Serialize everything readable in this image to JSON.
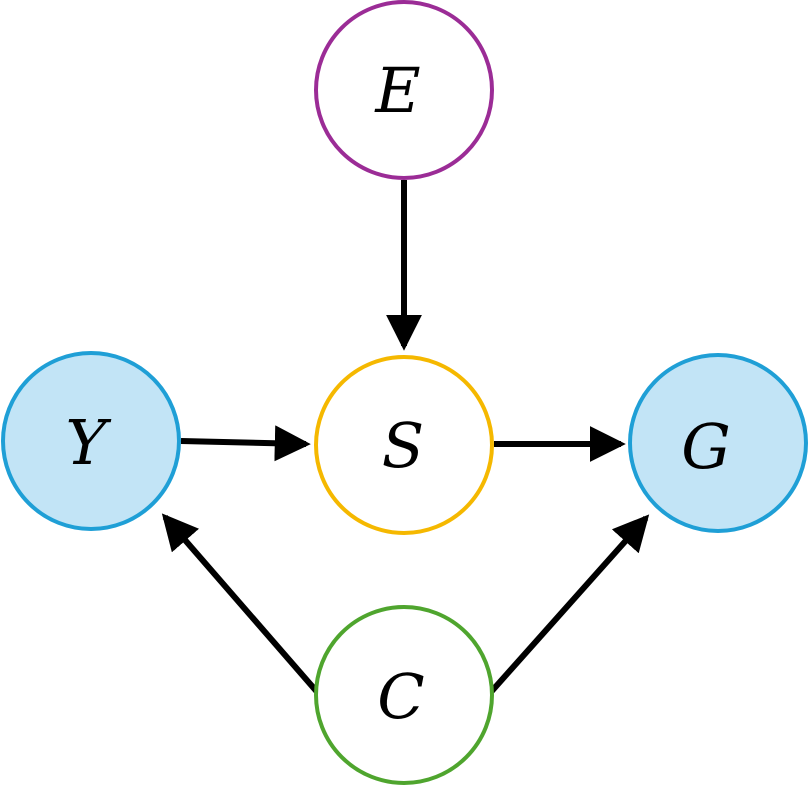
{
  "nodes": {
    "E": {
      "label": "E",
      "fill": "#ffffff",
      "stroke": "#9b2c96"
    },
    "S": {
      "label": "S",
      "fill": "#ffffff",
      "stroke": "#f5b800"
    },
    "Y": {
      "label": "Y",
      "fill": "#c2e4f6",
      "stroke": "#1f9fd6"
    },
    "G": {
      "label": "G",
      "fill": "#c2e4f6",
      "stroke": "#1f9fd6"
    },
    "C": {
      "label": "C",
      "fill": "#ffffff",
      "stroke": "#4fa52e"
    }
  },
  "edges": [
    {
      "from": "E",
      "to": "S"
    },
    {
      "from": "Y",
      "to": "S"
    },
    {
      "from": "S",
      "to": "G"
    },
    {
      "from": "C",
      "to": "Y"
    },
    {
      "from": "C",
      "to": "G"
    }
  ],
  "edge_color": "#000000"
}
